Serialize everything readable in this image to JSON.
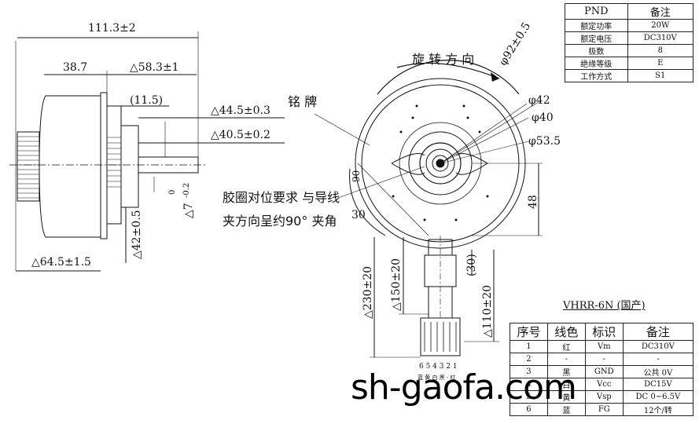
{
  "dimensions": {
    "overall_length": "111.3±2",
    "body_length": "38.7",
    "shaft_extension": "△58.3±1",
    "shoulder": "(11.5)",
    "hub_dia_1": "△44.5±0.3",
    "hub_dia_2": "△40.5±0.2",
    "shaft_dia": "△7",
    "shaft_tol_upper": "0",
    "shaft_tol_lower": "-0.2",
    "flange_dia": "△42±0.5",
    "body_dia": "△64.5±1.5",
    "pcd_92": "φ92±0.5",
    "pcd_42": "φ42",
    "pcd_40": "φ40",
    "pcd_53_5": "φ53.5",
    "angle_r": "90",
    "angle_30": "30",
    "offset_48": "48",
    "lead_30": "(30)",
    "lead_230": "△230±20",
    "lead_150": "△150±20",
    "lead_110": "△110±20"
  },
  "labels": {
    "rotation": "旋 转 方 向",
    "nameplate": "铭 牌",
    "note_line1": "胶圈对位要求 与导线",
    "note_line2": "夹方向呈约90° 夹角",
    "connector_title": "VHRR-6N (国产)",
    "pin_numbers": "6 5 4 3 2 1",
    "pin_colors": "蓝 黄 白 黑 - 红"
  },
  "spec_table": {
    "headers": [
      "PND",
      "备注"
    ],
    "rows": [
      [
        "额定功率",
        "20W"
      ],
      [
        "额定电压",
        "DC310V"
      ],
      [
        "极数",
        "8"
      ],
      [
        "绝缘等级",
        "E"
      ],
      [
        "工作方式",
        "S1"
      ]
    ]
  },
  "wire_table": {
    "headers": [
      "序号",
      "线色",
      "标识",
      "备注"
    ],
    "rows": [
      [
        "1",
        "红",
        "Vm",
        "DC310V"
      ],
      [
        "2",
        "-",
        "-",
        "-"
      ],
      [
        "3",
        "黑",
        "GND",
        "公共 0V"
      ],
      [
        "4",
        "白",
        "Vcc",
        "DC15V"
      ],
      [
        "5",
        "黄",
        "Vsp",
        "DC 0~6.5V"
      ],
      [
        "6",
        "蓝",
        "FG",
        "12个/转"
      ]
    ]
  },
  "watermark": "sh-gaofa.com"
}
